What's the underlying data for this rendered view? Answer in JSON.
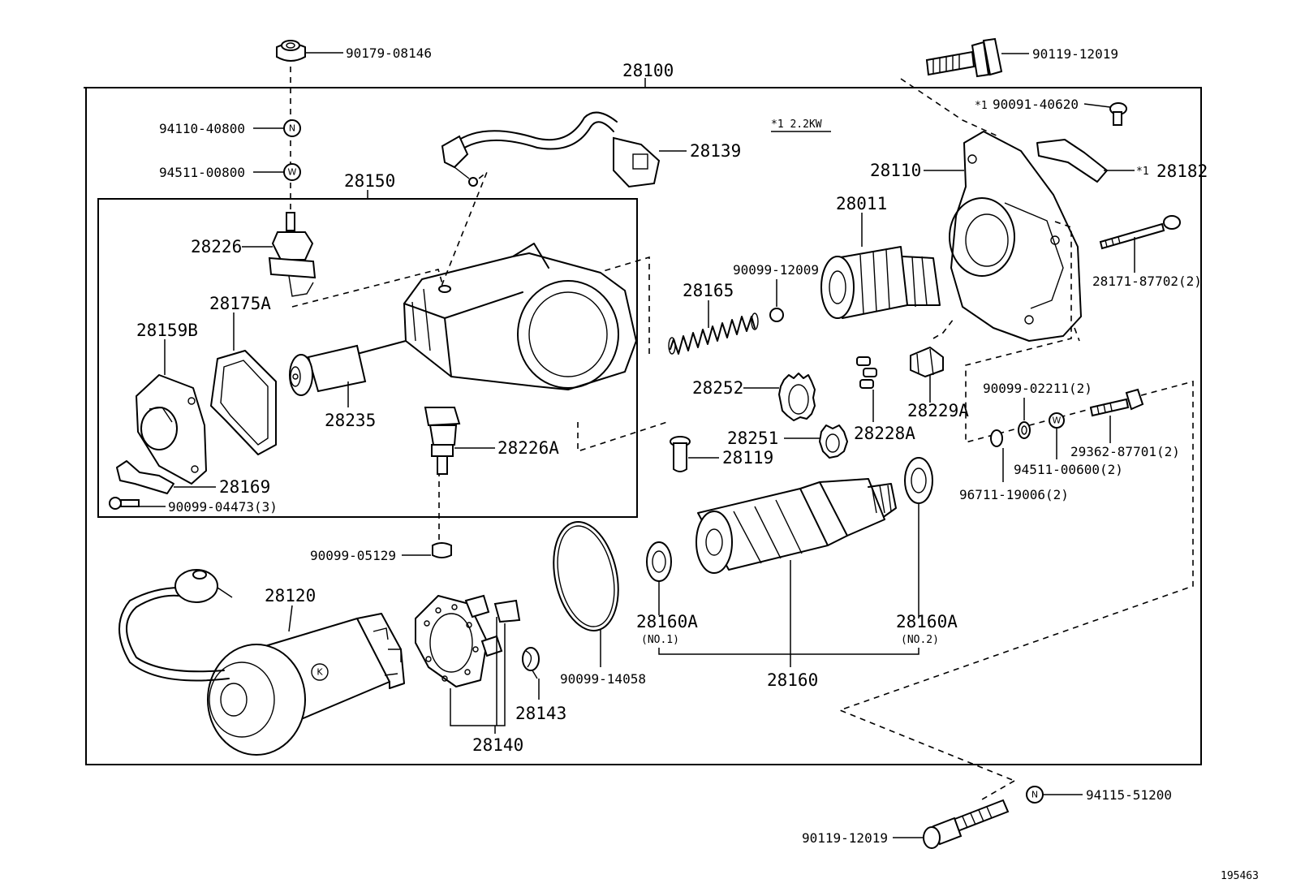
{
  "diagram": {
    "note_star": "*1 2.2KW",
    "catalog_number": "195463",
    "symbols": {
      "nut": "N",
      "washer": "W",
      "assembly_mark": "K"
    },
    "labels": {
      "p28100": "28100",
      "p28150": "28150",
      "p28139": "28139",
      "p28110": "28110",
      "p28011": "28011",
      "p28226": "28226",
      "p28175A": "28175A",
      "p28159B": "28159B",
      "p28235": "28235",
      "p28226A": "28226A",
      "p28169": "28169",
      "p90099_04473": "90099-04473(3)",
      "p90179_08146": "90179-08146",
      "p94110_40800": "94110-40800",
      "p94511_00800": "94511-00800",
      "p90119_12019_top": "90119-12019",
      "p90091_40620": "90091-40620",
      "star1a": "*1",
      "star1b": "*1",
      "p28182": "28182",
      "p28171_87702": "28171-87702(2)",
      "p90099_12009": "90099-12009",
      "p28165": "28165",
      "p28252": "28252",
      "p28251": "28251",
      "p28228A": "28228A",
      "p28229A": "28229A",
      "p28119": "28119",
      "p90099_02211": "90099-02211(2)",
      "p29362_87701": "29362-87701(2)",
      "p94511_00600": "94511-00600(2)",
      "p96711_19006": "96711-19006(2)",
      "p90099_05129": "90099-05129",
      "p28120": "28120",
      "p28160A_1": "28160A",
      "no1": "(NO.1)",
      "p28160A_2": "28160A",
      "no2": "(NO.2)",
      "p28160": "28160",
      "p90099_14058": "90099-14058",
      "p28143": "28143",
      "p28140": "28140",
      "p94115_51200": "94115-51200",
      "p90119_12019_bot": "90119-12019"
    }
  }
}
